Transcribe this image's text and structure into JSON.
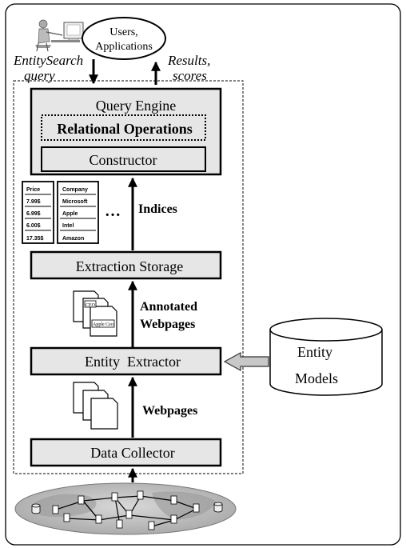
{
  "top": {
    "users_line1": "Users,",
    "users_line2": "Applications",
    "query_line1": "EntitySearch",
    "query_line2": "query",
    "results_line1": "Results,",
    "results_line2": "scores"
  },
  "boxes": {
    "query_engine": "Query Engine",
    "relational_operations": "Relational Operations",
    "constructor": "Constructor",
    "extraction_storage": "Extraction Storage",
    "entity_extractor": "Entity  Extractor",
    "data_collector": "Data Collector",
    "entity_models_line1": "Entity",
    "entity_models_line2": "Models"
  },
  "labels": {
    "indices": "Indices",
    "ellipsis": "…",
    "annotated_line1": "Annotated",
    "annotated_line2": "Webpages",
    "webpages": "Webpages"
  },
  "doc_labels": {
    "ceo": "CEO",
    "apple_ceo": "Apple Ceo"
  },
  "index_tables": {
    "price": [
      "Price",
      "7.99$",
      "6.99$",
      "6.00$",
      "17.35$"
    ],
    "company": [
      "Company",
      "Microsoft",
      "Apple",
      "Intel",
      "Amazon"
    ]
  },
  "colors": {
    "box_fill": "#e6e6e6",
    "outline": "#000000",
    "gray_arrow": "#c8c8c8",
    "globe_fill": "#c7c7c7"
  }
}
